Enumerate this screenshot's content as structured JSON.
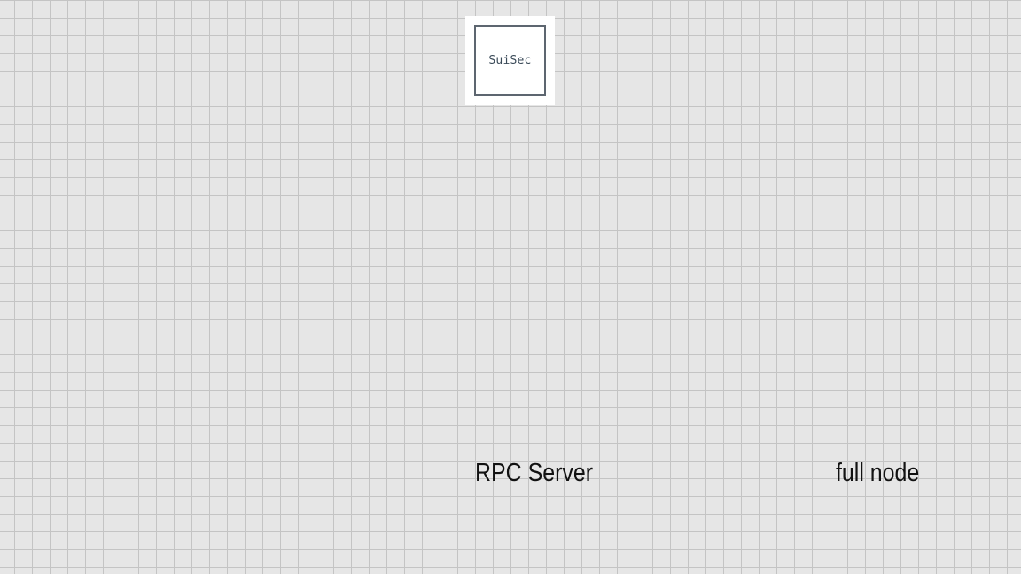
{
  "logo": {
    "text": "SuiSec"
  },
  "nodes": {
    "rpc_server": "RPC Server",
    "full_node": "full node"
  }
}
